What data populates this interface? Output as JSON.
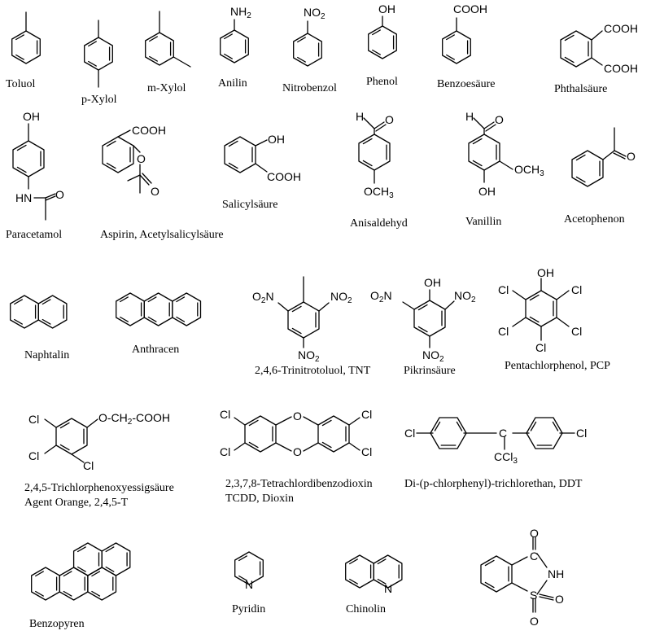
{
  "labels": {
    "toluol": "Toluol",
    "p_xylol": "p-Xylol",
    "m_xylol": "m-Xylol",
    "anilin": "Anilin",
    "nitrobenzol": "Nitrobenzol",
    "phenol": "Phenol",
    "benzoesaeure": "Benzoesäure",
    "phthalsaeure": "Phthalsäure",
    "paracetamol": "Paracetamol",
    "aspirin": "Aspirin, Acetylsalicylsäure",
    "salicylsaeure": "Salicylsäure",
    "anisaldehyd": "Anisaldehyd",
    "vanillin": "Vanillin",
    "acetophenon": "Acetophenon",
    "naphtalin": "Naphtalin",
    "anthracen": "Anthracen",
    "tnt": "2,4,6-Trinitrotoluol,  TNT",
    "pikrinsaeure": "Pikrinsäure",
    "pcp": "Pentachlorphenol, PCP",
    "t245_line1": "2,4,5-Trichlorphenoxyessigsäure",
    "t245_line2": "Agent Orange, 2,4,5-T",
    "tcdd_line1": "2,3,7,8-Tetrachlordibenzodioxin",
    "tcdd_line2": "TCDD, Dioxin",
    "ddt": "Di-(p-chlorphenyl)-trichlorethan, DDT",
    "benzopyren": "Benzopyren",
    "pyridin": "Pyridin",
    "chinolin": "Chinolin"
  },
  "atoms": {
    "nh": "NH",
    "no": "NO",
    "oh": "OH",
    "cooh": "COOH",
    "hn": "HN",
    "o": "O",
    "h": "H",
    "och": "OCH",
    "cl": "Cl",
    "c": "C",
    "ccl": "CCl",
    "och2": "O-CH",
    "och2_tail": "-COOH",
    "n": "N",
    "s": "S",
    "nh_sacch": "NH",
    "sub2": "2",
    "sub3": "3"
  }
}
